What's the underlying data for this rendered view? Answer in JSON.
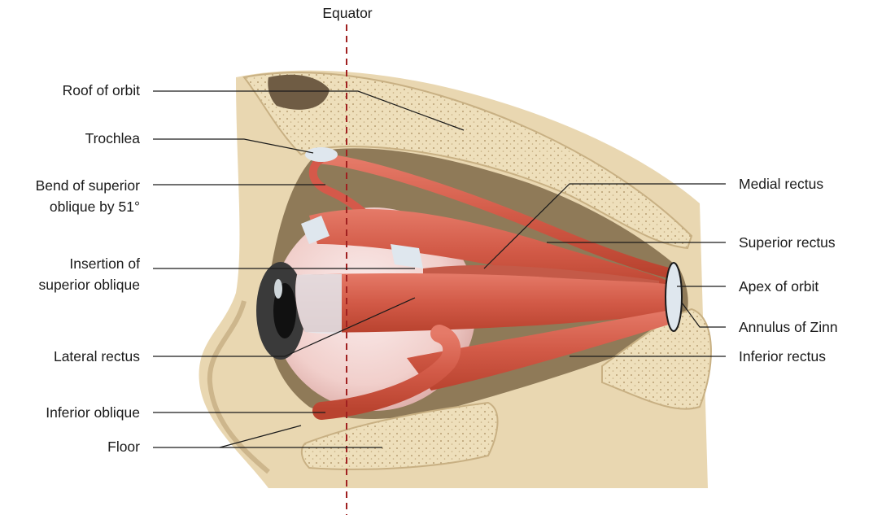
{
  "equator": "Equator",
  "labels_left": {
    "roof": "Roof of orbit",
    "trochlea": "Trochlea",
    "bend_line1": "Bend of superior",
    "bend_line2": "oblique by 51°",
    "insertion_line1": "Insertion of",
    "insertion_line2": "superior oblique",
    "lateral_rectus": "Lateral rectus",
    "inferior_oblique": "Inferior oblique",
    "floor": "Floor"
  },
  "labels_right": {
    "medial_rectus": "Medial rectus",
    "superior_rectus": "Superior rectus",
    "apex": "Apex of orbit",
    "annulus": "Annulus of Zinn",
    "inferior_rectus": "Inferior rectus"
  },
  "colors": {
    "bone": "#ecdcb7",
    "bone_shadow": "#c9b48e",
    "orbit_cavity": "#8a7656",
    "muscle": "#d9614f",
    "muscle_dark": "#b6432f",
    "tendon": "#dfe7ee",
    "globe": "#f4d8d4",
    "equator_line": "#a02020"
  }
}
